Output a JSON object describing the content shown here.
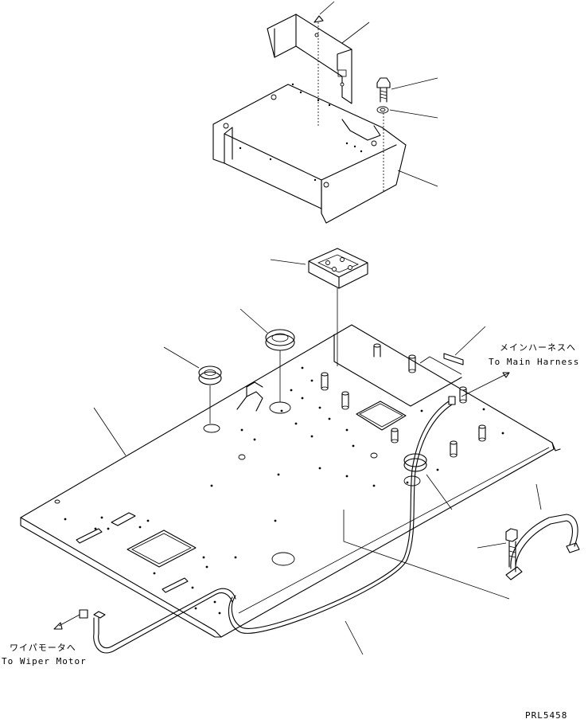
{
  "labels": {
    "main_harness_jp": "メインハーネスへ",
    "main_harness_en": "To Main Harness",
    "wiper_motor_jp": "ワイパモータへ",
    "wiper_motor_en": "To Wiper Motor",
    "drawing_code": "PRL5458"
  },
  "colors": {
    "ink": "#000000",
    "paper": "#ffffff"
  }
}
